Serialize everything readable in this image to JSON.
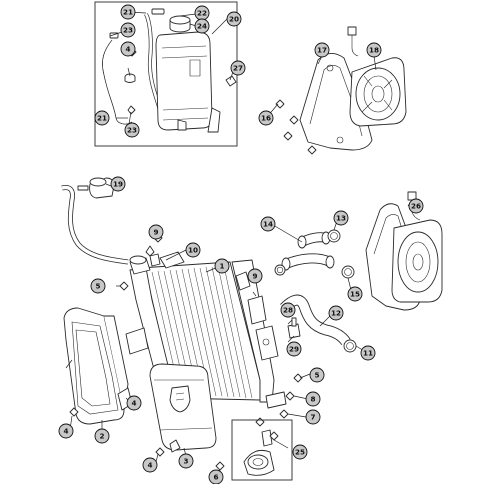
{
  "colors": {
    "callout_fill": "#c8c8c8",
    "line": "#2a2a2a",
    "background": "#ffffff"
  },
  "icons": {
    "brand_badge": "shield-logo-icon"
  },
  "callouts": [
    {
      "id": "c1",
      "label": "1"
    },
    {
      "id": "c2",
      "label": "2"
    },
    {
      "id": "c3",
      "label": "3"
    },
    {
      "id": "c4a",
      "label": "4"
    },
    {
      "id": "c4b",
      "label": "4"
    },
    {
      "id": "c4c",
      "label": "4"
    },
    {
      "id": "c4d",
      "label": "4"
    },
    {
      "id": "c5a",
      "label": "5"
    },
    {
      "id": "c5b",
      "label": "5"
    },
    {
      "id": "c6",
      "label": "6"
    },
    {
      "id": "c7",
      "label": "7"
    },
    {
      "id": "c8",
      "label": "8"
    },
    {
      "id": "c9a",
      "label": "9"
    },
    {
      "id": "c9b",
      "label": "9"
    },
    {
      "id": "c10",
      "label": "10"
    },
    {
      "id": "c11",
      "label": "11"
    },
    {
      "id": "c12",
      "label": "12"
    },
    {
      "id": "c13",
      "label": "13"
    },
    {
      "id": "c14",
      "label": "14"
    },
    {
      "id": "c15",
      "label": "15"
    },
    {
      "id": "c16",
      "label": "16"
    },
    {
      "id": "c17",
      "label": "17"
    },
    {
      "id": "c18",
      "label": "18"
    },
    {
      "id": "c19",
      "label": "19"
    },
    {
      "id": "c20",
      "label": "20"
    },
    {
      "id": "c21a",
      "label": "21"
    },
    {
      "id": "c21b",
      "label": "21"
    },
    {
      "id": "c22",
      "label": "22"
    },
    {
      "id": "c23a",
      "label": "23"
    },
    {
      "id": "c23b",
      "label": "23"
    },
    {
      "id": "c24",
      "label": "24"
    },
    {
      "id": "c25",
      "label": "25"
    },
    {
      "id": "c26",
      "label": "26"
    },
    {
      "id": "c27",
      "label": "27"
    },
    {
      "id": "c28",
      "label": "28"
    },
    {
      "id": "c29",
      "label": "29"
    }
  ]
}
